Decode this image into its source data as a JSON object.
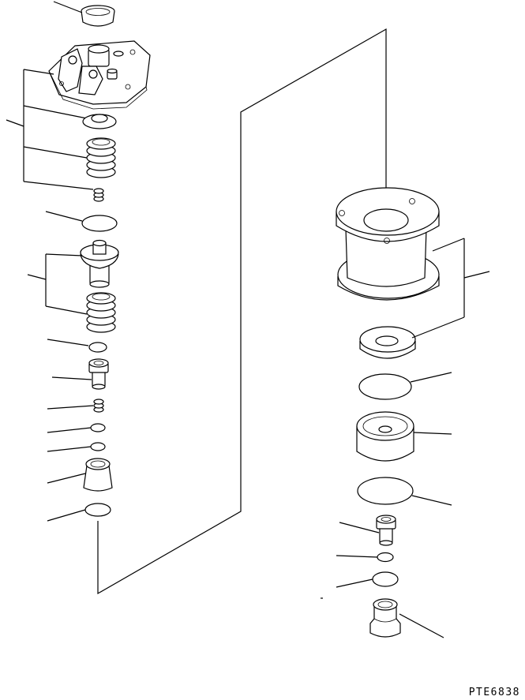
{
  "figure": {
    "reference_code": "PTE6838"
  },
  "parts": [
    {
      "id": "cap",
      "icon": "cap-icon"
    },
    {
      "id": "bracket-body",
      "icon": "bracket-icon"
    },
    {
      "id": "spring-seat",
      "icon": "seat-icon"
    },
    {
      "id": "upper-spring",
      "icon": "spring-icon"
    },
    {
      "id": "small-spring",
      "icon": "spring-icon"
    },
    {
      "id": "o-ring-upper",
      "icon": "ring-icon"
    },
    {
      "id": "piston",
      "icon": "piston-icon"
    },
    {
      "id": "lower-spring",
      "icon": "spring-icon"
    },
    {
      "id": "washer-1",
      "icon": "washer-icon"
    },
    {
      "id": "plug-left",
      "icon": "plug-icon"
    },
    {
      "id": "small-spring-2",
      "icon": "spring-icon"
    },
    {
      "id": "washer-2",
      "icon": "washer-icon"
    },
    {
      "id": "washer-3",
      "icon": "washer-icon"
    },
    {
      "id": "bushing-left",
      "icon": "bushing-icon"
    },
    {
      "id": "disc-left",
      "icon": "disc-icon"
    },
    {
      "id": "housing",
      "icon": "housing-icon"
    },
    {
      "id": "retainer",
      "icon": "retainer-icon"
    },
    {
      "id": "o-ring-right-1",
      "icon": "ring-icon"
    },
    {
      "id": "cup",
      "icon": "cup-icon"
    },
    {
      "id": "o-ring-right-2",
      "icon": "ring-icon"
    },
    {
      "id": "plug-right",
      "icon": "plug-icon"
    },
    {
      "id": "washer-right",
      "icon": "washer-icon"
    },
    {
      "id": "disc-right",
      "icon": "disc-icon"
    },
    {
      "id": "bushing-right",
      "icon": "bushing-icon"
    }
  ]
}
